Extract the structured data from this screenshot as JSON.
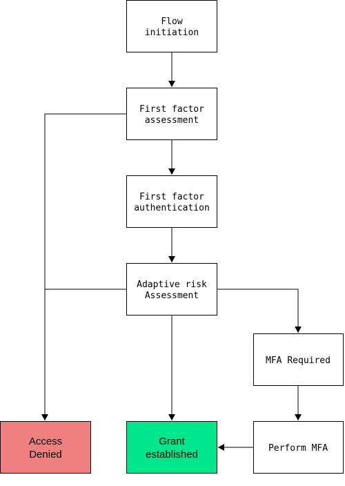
{
  "colors": {
    "stroke": "#000000",
    "node_fill": "#ffffff",
    "denied_fill": "#f08080",
    "grant_fill": "#00e68c"
  },
  "nodes": {
    "flow_initiation": {
      "lines": [
        "Flow",
        "initiation"
      ]
    },
    "first_factor_assessment": {
      "lines": [
        "First factor",
        "assessment"
      ]
    },
    "first_factor_authentication": {
      "lines": [
        "First factor",
        "authentication"
      ]
    },
    "adaptive_risk_assessment": {
      "lines": [
        "Adaptive risk",
        "Assessment"
      ]
    },
    "mfa_required": {
      "lines": [
        "MFA Required"
      ]
    },
    "access_denied": {
      "lines": [
        "Access",
        "Denied"
      ]
    },
    "grant_established": {
      "lines": [
        "Grant",
        "established"
      ]
    },
    "perform_mfa": {
      "lines": [
        "Perform MFA"
      ]
    }
  }
}
